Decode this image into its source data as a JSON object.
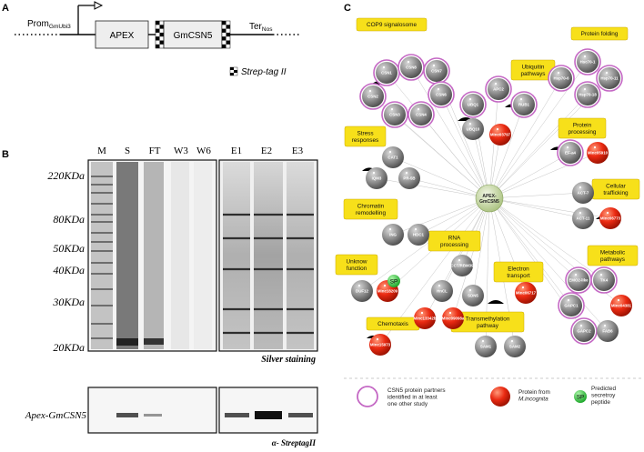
{
  "panels": {
    "a": "A",
    "b": "B",
    "c": "C"
  },
  "construct": {
    "promoter": "Prom",
    "promoter_sub": "GmUbi3",
    "apex": "APEX",
    "gene": "GmCSN5",
    "terminator": "Ter",
    "terminator_sub": "Nos",
    "tag_label": "Strep-tag II"
  },
  "gel": {
    "lanes": [
      "M",
      "S",
      "FT",
      "W3",
      "W6",
      "E1",
      "E2",
      "E3"
    ],
    "markers": [
      "220KDa",
      "80KDa",
      "50KDa",
      "40KDa",
      "30KDa",
      "20KDa"
    ],
    "silver_label": "Silver staining",
    "blot_label": "Apex-GmCSN5",
    "blot_antibody": "α- StreptagII"
  },
  "network": {
    "center": "APEX-\nGmCSN5",
    "categories": [
      {
        "label": "COP9 signalosome"
      },
      {
        "label": "Protein folding"
      },
      {
        "label": "Ubiquitin\npathways"
      },
      {
        "label": "Stress\nresponses"
      },
      {
        "label": "Protein\nprocessing"
      },
      {
        "label": "Cellular\ntrafficking"
      },
      {
        "label": "Chromatin\nremodelling"
      },
      {
        "label": "RNA\nprocessing"
      },
      {
        "label": "Unknow\nfunction"
      },
      {
        "label": "Electron\ntransport"
      },
      {
        "label": "Metabolic\npathways"
      },
      {
        "label": "Chemotaxis"
      },
      {
        "label": "Transmethylation\npathway"
      }
    ],
    "nodes": [
      {
        "label": "CSN1",
        "type": "grey",
        "ring": true
      },
      {
        "label": "CSN8",
        "type": "grey",
        "ring": true
      },
      {
        "label": "CSN7",
        "type": "grey",
        "ring": true
      },
      {
        "label": "CSN2",
        "type": "grey",
        "ring": true
      },
      {
        "label": "CSN6",
        "type": "grey",
        "ring": true
      },
      {
        "label": "CSN3",
        "type": "grey",
        "ring": true
      },
      {
        "label": "CSN4",
        "type": "grey",
        "ring": true
      },
      {
        "label": "Hsc70-1",
        "type": "grey",
        "ring": true
      },
      {
        "label": "Hsp70-6",
        "type": "grey",
        "ring": true
      },
      {
        "label": "Hsp70-11",
        "type": "grey",
        "ring": true
      },
      {
        "label": "Hsp70-18",
        "type": "grey",
        "ring": true
      },
      {
        "label": "APC2",
        "type": "grey",
        "ring": true
      },
      {
        "label": "UBQ1",
        "type": "grey",
        "ring": true
      },
      {
        "label": "RUB1",
        "type": "grey",
        "ring": true
      },
      {
        "label": "UBQ10",
        "type": "grey",
        "ring": false
      },
      {
        "label": "Minc03797",
        "type": "red",
        "ring": false
      },
      {
        "label": "CAT1",
        "type": "grey",
        "ring": false
      },
      {
        "label": "IQM3",
        "type": "grey",
        "ring": false
      },
      {
        "label": "PR-5B",
        "type": "grey",
        "ring": false
      },
      {
        "label": "EF-a4",
        "type": "grey",
        "ring": true
      },
      {
        "label": "Minc05910",
        "type": "red",
        "ring": false
      },
      {
        "label": "ACT-7",
        "type": "grey",
        "ring": false
      },
      {
        "label": "ACT-11",
        "type": "grey",
        "ring": false
      },
      {
        "label": "Minc06773",
        "type": "red",
        "ring": false
      },
      {
        "label": "ING",
        "type": "grey",
        "ring": false
      },
      {
        "label": "HDC1",
        "type": "grey",
        "ring": false
      },
      {
        "label": "CCT/RBM39",
        "type": "grey",
        "ring": false
      },
      {
        "label": "HnCL",
        "type": "grey",
        "ring": false
      },
      {
        "label": "SDN5",
        "type": "grey",
        "ring": false
      },
      {
        "label": "Minc13342b",
        "type": "red",
        "ring": false
      },
      {
        "label": "Minc09098a",
        "type": "red",
        "ring": false
      },
      {
        "label": "DUF12",
        "type": "grey",
        "ring": false
      },
      {
        "label": "Minc18209",
        "type": "red",
        "ring": false
      },
      {
        "label": "Minc06717",
        "type": "red",
        "ring": false
      },
      {
        "label": "EMO2-like",
        "type": "grey",
        "ring": true
      },
      {
        "label": "TK4",
        "type": "grey",
        "ring": true
      },
      {
        "label": "GAPC1",
        "type": "grey",
        "ring": true
      },
      {
        "label": "GAPC2",
        "type": "grey",
        "ring": true
      },
      {
        "label": "FAB6",
        "type": "grey",
        "ring": false
      },
      {
        "label": "Minc04381",
        "type": "red",
        "ring": false
      },
      {
        "label": "Minc15973",
        "type": "red",
        "ring": false
      },
      {
        "label": "SAM1",
        "type": "grey",
        "ring": false
      },
      {
        "label": "SAM2",
        "type": "grey",
        "ring": false
      }
    ],
    "sp_label": "SP",
    "legend": {
      "ring": "CSN5 protein partners\nidentified in at least\none other study",
      "red": "Protein from\nM.incognita",
      "sp": "Predicted\nsecretroy\npeptide"
    }
  },
  "colors": {
    "node_grey": "#8a8a8a",
    "node_red": "#e8230f",
    "ring": "#c468c4",
    "label_box": "#f7e01a",
    "center": "#c5d9a6",
    "sp": "#29c93b"
  }
}
